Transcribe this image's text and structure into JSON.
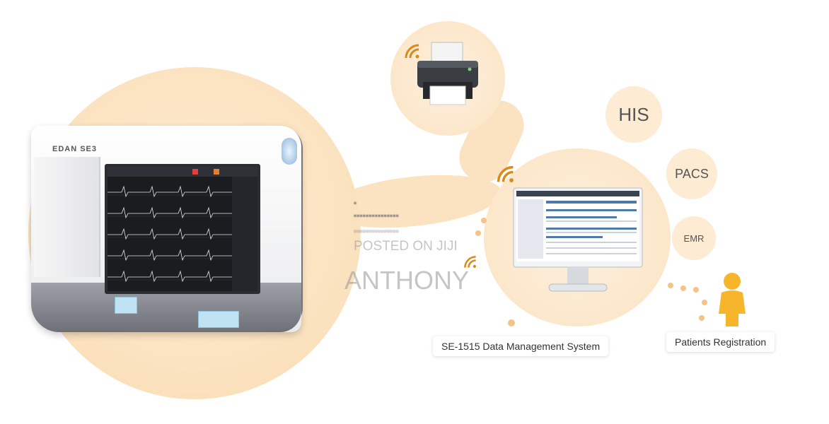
{
  "device": {
    "brand": "EDAN SE3"
  },
  "nodes": {
    "his": "HIS",
    "pacs": "PACS",
    "emr": "EMR",
    "dms": "SE-1515 Data Management System",
    "patients": "Patients Registration"
  },
  "watermark": {
    "line1": "POSTED ON JIJI",
    "line2": "ANTHONY"
  },
  "colors": {
    "bubble": "#fbe3c2",
    "dot": "#f5c28a",
    "person": "#f7b52b"
  }
}
